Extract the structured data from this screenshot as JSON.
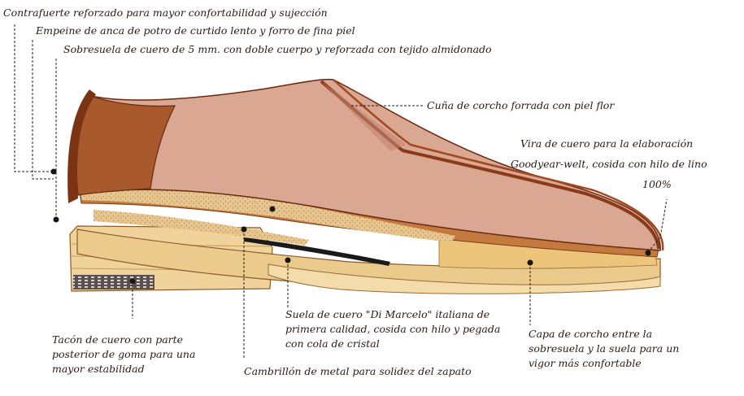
{
  "diagram": {
    "subject": "Cross-section of a Goodyear-welted leather shoe",
    "labels": {
      "contrafuerte": "Contrafuerte reforzado para mayor confortabilidad y sujección",
      "empeine": "Empeine de anca de potro de curtido lento y forro de fina piel",
      "sobresuela": "Sobresuela de cuero de 5 mm. con doble cuerpo y reforzada con tejido almidonado",
      "cuna": "Cuña de corcho forrada con piel flor",
      "vira_1": "Vira de cuero para la elaboración",
      "vira_2": "Goodyear-welt, cosida con hilo de lino",
      "vira_3": "100%",
      "tacon_1": "Tacón de cuero con parte",
      "tacon_2": "posterior de goma para una",
      "tacon_3": "mayor estabilidad",
      "suela_1": "Suela de cuero \"Di Marcelo\" italiana de",
      "suela_2": "primera calidad, cosida con hilo y pegada",
      "suela_3": "con cola de cristal",
      "capa_1": "Capa de corcho entre la",
      "capa_2": "sobresuela y la suela para un",
      "capa_3": "vigor más confortable",
      "cambrillon": "Cambrillón de metal para solidez del zapato"
    },
    "colors": {
      "upper": "#d8a590",
      "leather_dark": "#9e4a1e",
      "leather_mid": "#c06a35",
      "cork": "#e6c38e",
      "sole": "#e9c98c",
      "heel_rubber": "#3a3030",
      "text": "#2a1a12"
    }
  }
}
